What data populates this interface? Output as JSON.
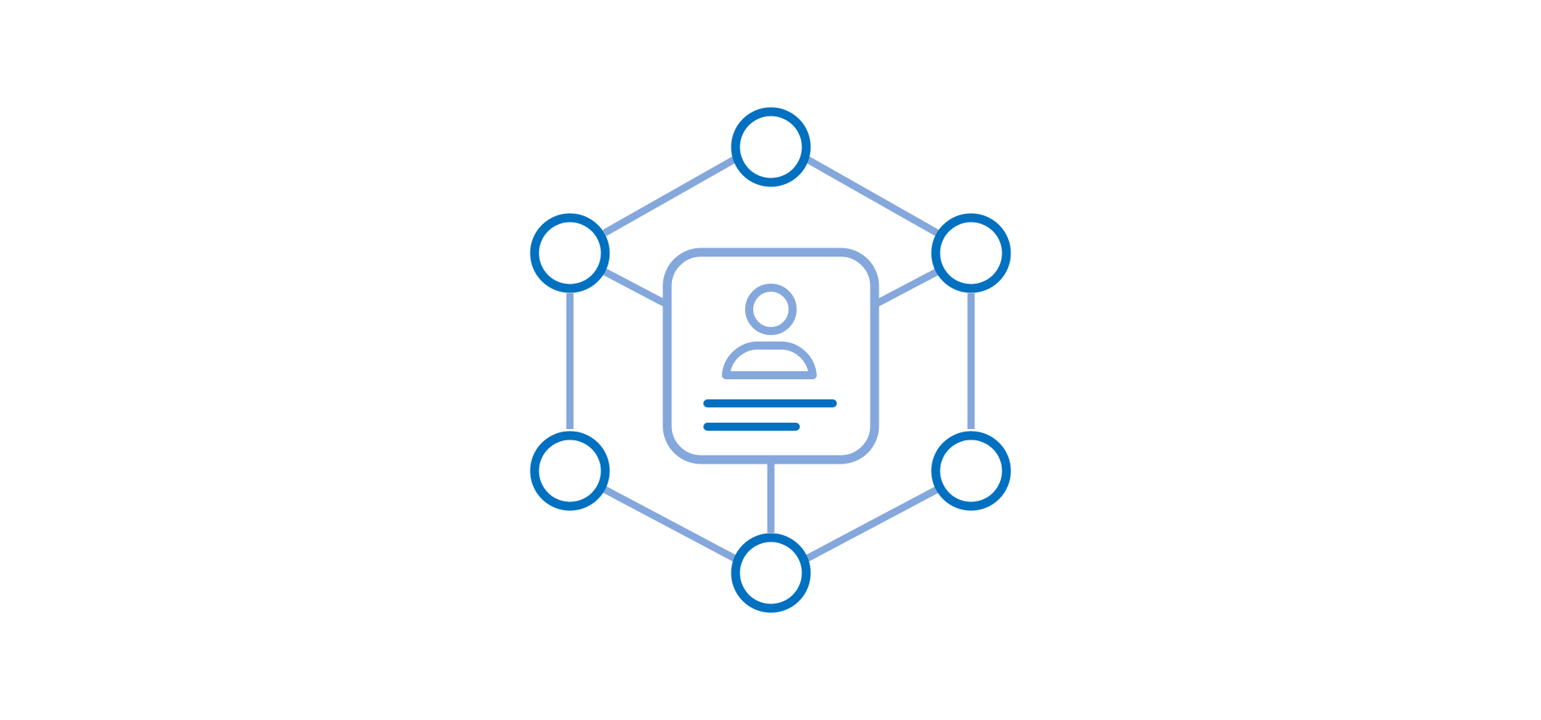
{
  "colors": {
    "background": "#ffffff",
    "node_stroke": "#0070c0",
    "connector_stroke": "#84a7dc",
    "card_stroke": "#84a7dc",
    "text_line_stroke": "#0070c0"
  },
  "diagram": {
    "central_card": {
      "icon": "user-profile-icon",
      "text_lines": 2
    },
    "nodes": [
      {
        "id": "top",
        "icon": "circle-node-icon"
      },
      {
        "id": "upper-left",
        "icon": "circle-node-icon"
      },
      {
        "id": "upper-right",
        "icon": "circle-node-icon"
      },
      {
        "id": "lower-left",
        "icon": "circle-node-icon"
      },
      {
        "id": "lower-right",
        "icon": "circle-node-icon"
      },
      {
        "id": "bottom",
        "icon": "circle-node-icon"
      }
    ]
  }
}
